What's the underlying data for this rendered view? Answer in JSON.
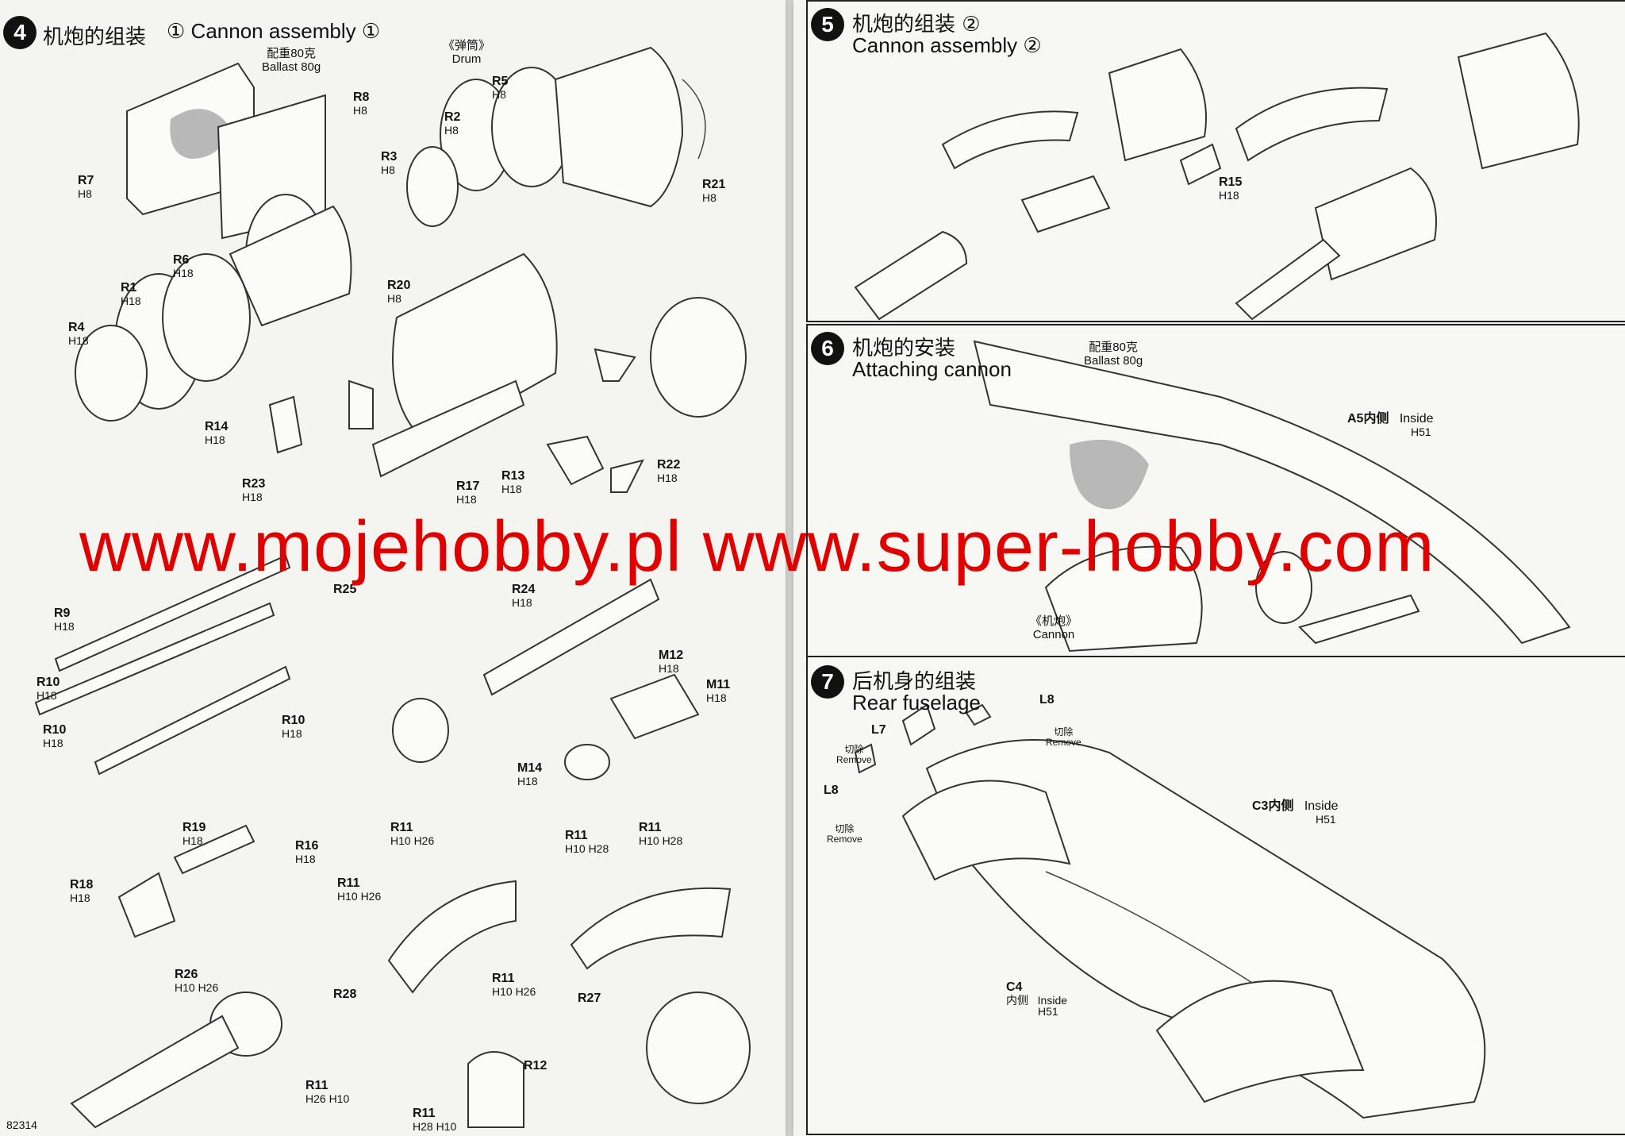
{
  "step4": {
    "num": "4",
    "title_cn": "机炮的组装",
    "title_en": "Cannon assembly",
    "title_circ": "①",
    "ballast_cn": "配重80克",
    "ballast_en": "Ballast 80g",
    "drum_cn": "《弹筒》",
    "drum_en": "Drum"
  },
  "step5": {
    "num": "5",
    "title_cn": "机炮的组装",
    "title_en": "Cannon assembly",
    "title_circ": "②"
  },
  "step6": {
    "num": "6",
    "title_cn": "机炮的安装",
    "title_en": "Attaching cannon",
    "ballast_cn": "配重80克",
    "ballast_en": "Ballast 80g",
    "cannon_cn": "《机炮》",
    "cannon_en": "Cannon",
    "a5_label": "A5内侧",
    "a5_inside": "Inside",
    "a5_sub": "H51"
  },
  "step7": {
    "num": "7",
    "title_cn": "后机身的组装",
    "title_en": "Rear fuselage",
    "c3_label": "C3内侧",
    "c3_inside": "Inside",
    "c3_sub": "H51",
    "c4_label": "C4",
    "c4_cn": "内侧",
    "c4_inside": "Inside",
    "c4_sub": "H51",
    "remove_cn": "切除",
    "remove_en": "Remove"
  },
  "left_parts": [
    {
      "id": "R8",
      "sub": "H8"
    },
    {
      "id": "R7",
      "sub": "H8"
    },
    {
      "id": "R5",
      "sub": "H8"
    },
    {
      "id": "R2",
      "sub": "H8"
    },
    {
      "id": "R3",
      "sub": "H8"
    },
    {
      "id": "R21",
      "sub": "H8"
    },
    {
      "id": "R6",
      "sub": "H18"
    },
    {
      "id": "R1",
      "sub": "H18"
    },
    {
      "id": "R4",
      "sub": "H18"
    },
    {
      "id": "R20",
      "sub": "H8"
    },
    {
      "id": "R14",
      "sub": "H18"
    },
    {
      "id": "R23",
      "sub": "H18"
    },
    {
      "id": "R17",
      "sub": "H18"
    },
    {
      "id": "R13",
      "sub": "H18"
    },
    {
      "id": "R22",
      "sub": "H18"
    },
    {
      "id": "R25",
      "sub": ""
    },
    {
      "id": "R9",
      "sub": "H18"
    },
    {
      "id": "R24",
      "sub": "H18"
    },
    {
      "id": "R10",
      "sub": "H18"
    },
    {
      "id": "R10",
      "sub": "H18"
    },
    {
      "id": "R10",
      "sub": "H18"
    },
    {
      "id": "M12",
      "sub": "H18"
    },
    {
      "id": "M11",
      "sub": "H18"
    },
    {
      "id": "M14",
      "sub": "H18"
    },
    {
      "id": "R19",
      "sub": "H18"
    },
    {
      "id": "R16",
      "sub": "H18"
    },
    {
      "id": "R18",
      "sub": "H18"
    },
    {
      "id": "R11",
      "sub": "H10 H26"
    },
    {
      "id": "R11",
      "sub": "H10 H26"
    },
    {
      "id": "R11",
      "sub": "H10 H28"
    },
    {
      "id": "R11",
      "sub": "H10 H28"
    },
    {
      "id": "R28",
      "sub": ""
    },
    {
      "id": "R27",
      "sub": ""
    },
    {
      "id": "R26",
      "sub": "H10 H26"
    },
    {
      "id": "R11",
      "sub": "H26 H10"
    },
    {
      "id": "R11",
      "sub": "H10 H26"
    },
    {
      "id": "R12",
      "sub": ""
    },
    {
      "id": "R11",
      "sub": "H28 H10"
    }
  ],
  "right_parts": [
    {
      "id": "R15",
      "sub": "H18"
    },
    {
      "id": "L7",
      "sub": ""
    },
    {
      "id": "L8",
      "sub": ""
    },
    {
      "id": "L8",
      "sub": ""
    }
  ],
  "page_number": "82314",
  "watermark": "www.mojehobby.pl  www.super-hobby.com"
}
